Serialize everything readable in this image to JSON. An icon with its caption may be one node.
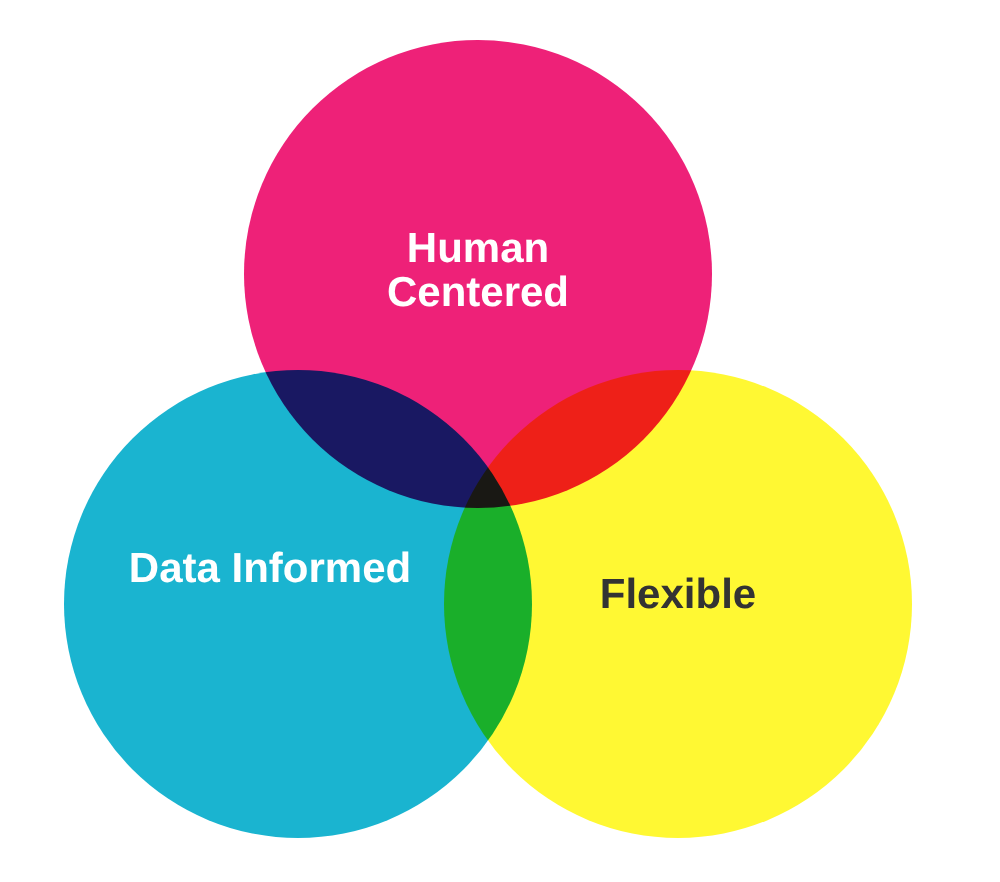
{
  "diagram": {
    "nodes": [
      {
        "text": [
          "Human Centered"
        ]
      },
      {
        "text": [
          "Data Informed"
        ]
      },
      {
        "text": [
          "Flexible"
        ]
      }
    ]
  }
}
